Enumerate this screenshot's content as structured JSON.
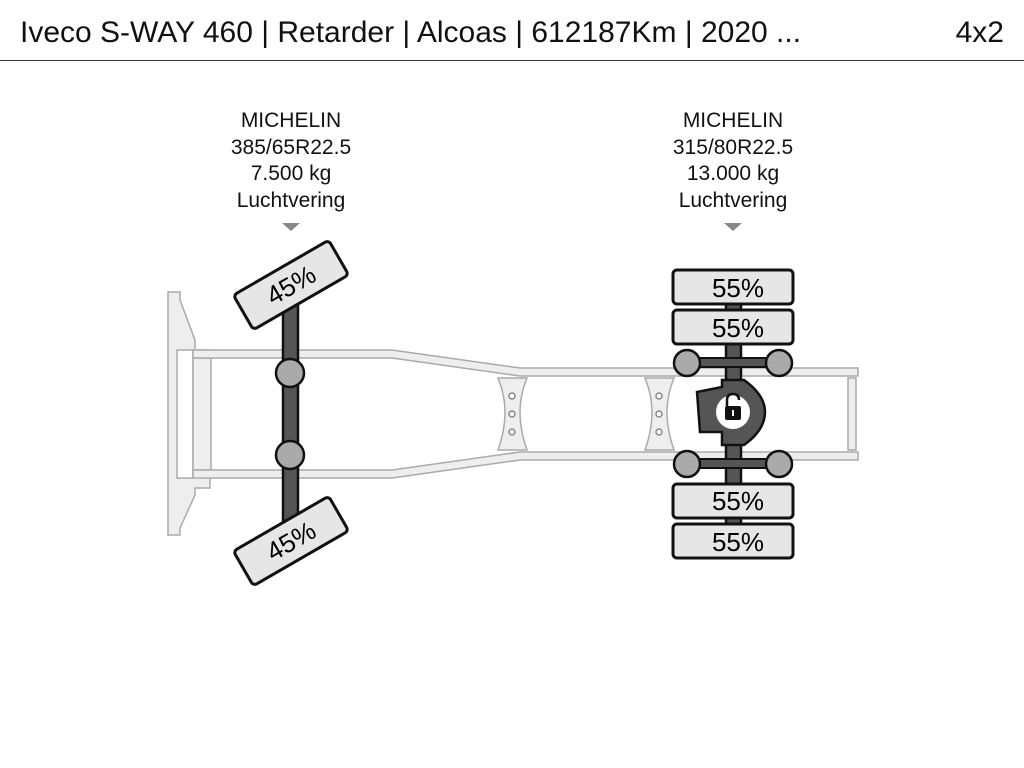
{
  "header": {
    "title": "Iveco S-WAY 460 | Retarder | Alcoas | 612187Km | 2020 ...",
    "configuration": "4x2"
  },
  "axles": [
    {
      "brand": "MICHELIN",
      "tire_size": "385/65R22.5",
      "load": "7.500 kg",
      "suspension": "Luchtvering",
      "tires": [
        "45%",
        "45%"
      ]
    },
    {
      "brand": "MICHELIN",
      "tire_size": "315/80R22.5",
      "load": "13.000 kg",
      "suspension": "Luchtvering",
      "tires": [
        "55%",
        "55%",
        "55%",
        "55%"
      ],
      "differential_lock_icon": "unlocked-padlock-icon"
    }
  ],
  "colors": {
    "frame": "#eeeeee",
    "axle": "#555555",
    "tire": "#e6e6e6",
    "hub": "#aaaaaa"
  }
}
